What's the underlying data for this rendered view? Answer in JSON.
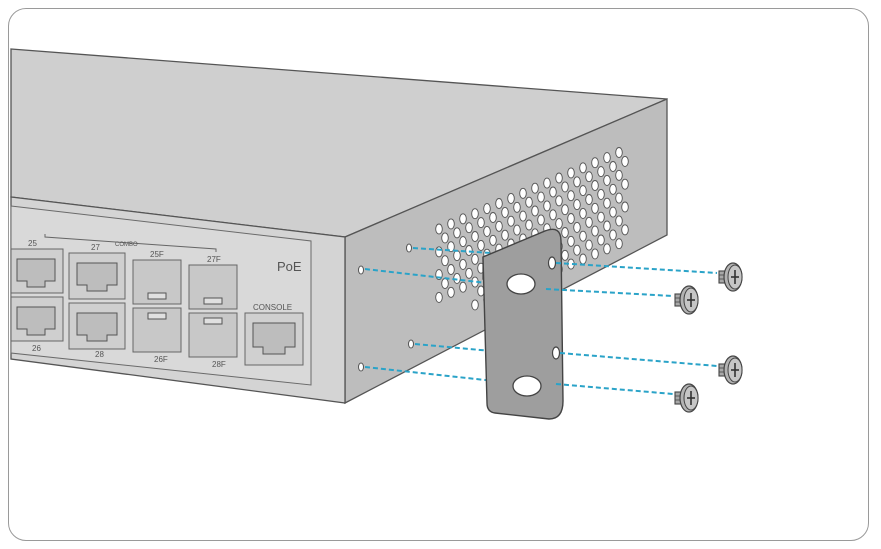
{
  "colors": {
    "chassis_top": "#cfcfcf",
    "chassis_front": "#d4d4d4",
    "chassis_side": "#bdbdbd",
    "outline": "#555555",
    "bracket": "#9e9e9e",
    "screw": "#b3b3b3",
    "guide_line": "#2aa3c8",
    "frame": "#9a9a9a"
  },
  "front_panel": {
    "port_labels": {
      "p25": "25",
      "p26": "26",
      "p27": "27",
      "p28": "28",
      "combo": "COMBO",
      "p25f": "25F",
      "p26f": "26F",
      "p27f": "27F",
      "p28f": "28F"
    },
    "poe_label": "PoE",
    "console_label": "CONSOLE"
  },
  "icons": {
    "rj45_port": "rj45-port-icon",
    "sfp_port": "sfp-port-icon",
    "screw": "screw-icon",
    "bracket": "rack-bracket"
  }
}
